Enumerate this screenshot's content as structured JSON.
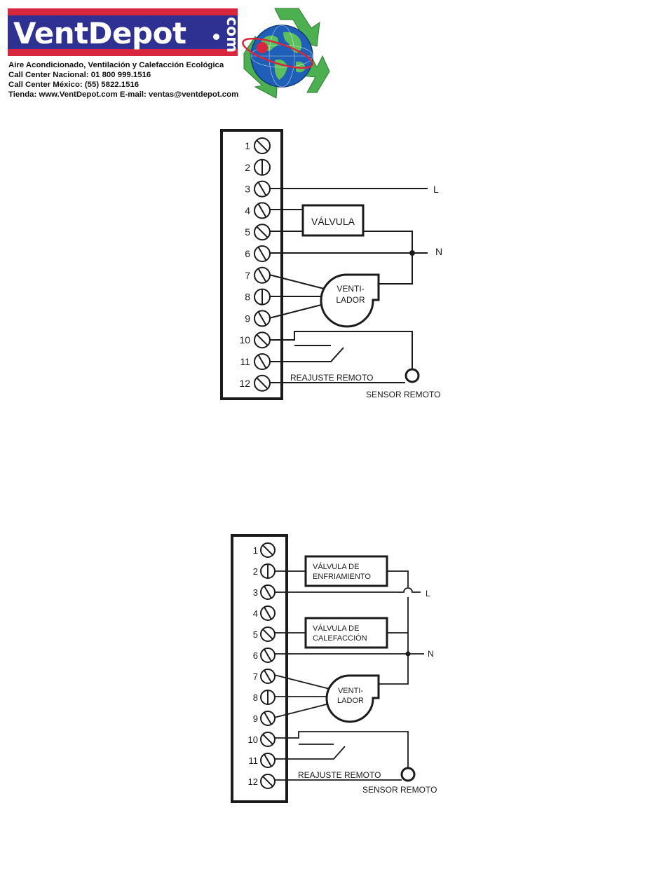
{
  "header": {
    "brand_name": "VentDepot",
    "brand_tld": "com",
    "tagline": "Aire Acondicionado, Ventilación y Calefacción Ecológica",
    "contact_lines": [
      "Call Center Nacional: 01 800 999.1516",
      "Call Center México: (55) 5822.1516",
      "Tienda: www.VentDepot.com    E-mail: ventas@ventdepot.com"
    ],
    "colors": {
      "red": "#d7263d",
      "blue": "#2e3191",
      "green": "#4caf50",
      "globe": "#1f5fb7"
    }
  },
  "diagram_1": {
    "terminals": [
      "1",
      "2",
      "3",
      "4",
      "5",
      "6",
      "7",
      "8",
      "9",
      "10",
      "11",
      "12"
    ],
    "line_label": "L",
    "neutral_label": "N",
    "valve_label": "VÁLVULA",
    "fan_label_1": "VENTI-",
    "fan_label_2": "LADOR",
    "reset_label": "REAJUSTE REMOTO",
    "sensor_label": "SENSOR REMOTO"
  },
  "diagram_2": {
    "terminals": [
      "1",
      "2",
      "3",
      "4",
      "5",
      "6",
      "7",
      "8",
      "9",
      "10",
      "11",
      "12"
    ],
    "line_label": "L",
    "neutral_label": "N",
    "cooling_valve_line1": "VÁLVULA DE",
    "cooling_valve_line2": "ENFRIAMIENTO",
    "heating_valve_line1": "VÁLVULA DE",
    "heating_valve_line2": "CALEFACCIÓN",
    "fan_label_1": "VENTI-",
    "fan_label_2": "LADOR",
    "reset_label": "REAJUSTE REMOTO",
    "sensor_label": "SENSOR REMOTO"
  }
}
